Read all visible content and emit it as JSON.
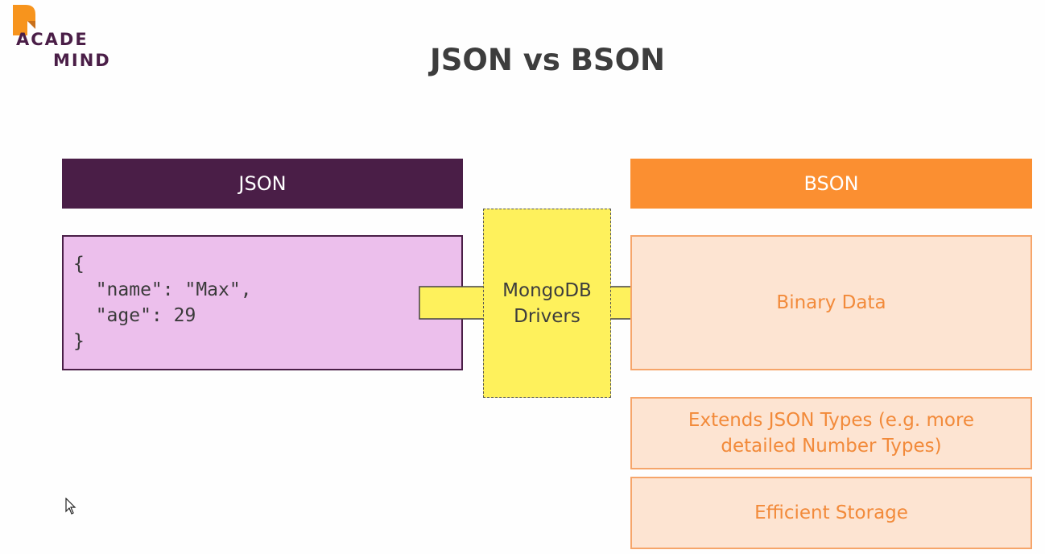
{
  "logo": {
    "line1": "ACADE",
    "line2": "MIND",
    "mark_color": "#f7941d",
    "text_color": "#4a1e47"
  },
  "slide": {
    "title": "JSON vs BSON"
  },
  "json_panel": {
    "header": "JSON",
    "header_color": "#4a1e47",
    "box_color": "#ecbfec",
    "code_lines": [
      "{",
      "  \"name\": \"Max\",",
      "  \"age\": 29",
      "}"
    ]
  },
  "driver": {
    "line1": "MongoDB",
    "line2": "Drivers",
    "color": "#fef15c",
    "arrow_color": "#fef15c"
  },
  "bson_panel": {
    "header": "BSON",
    "header_color": "#fb8f31",
    "box_color": "#fde4d2",
    "text_color": "#f28a3a",
    "items": [
      {
        "line1": "Binary Data",
        "line2": ""
      },
      {
        "line1": "Extends JSON Types (e.g. more",
        "line2": "detailed Number Types)"
      },
      {
        "line1": "Efficient Storage",
        "line2": ""
      }
    ]
  },
  "icons": {
    "cursor": "mouse-pointer-icon"
  }
}
